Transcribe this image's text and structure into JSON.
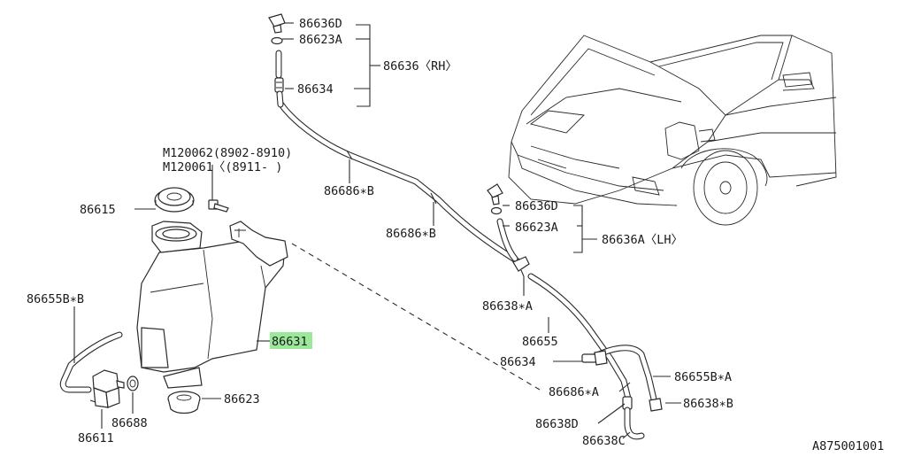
{
  "diagram_id": "A875001001",
  "highlight_color": "#9be89b",
  "labels": {
    "p86636D_top": "86636D",
    "p86623A_top": "86623A",
    "p86636_rh": "86636〈RH〉",
    "p86634_top": "86634",
    "m120062": "M120062(8902-8910)",
    "m120061": "M120061〈(8911-      )",
    "p86686B_1": "86686∗B",
    "p86686B_2": "86686∗B",
    "p86615": "86615",
    "p86636D_mid": "86636D",
    "p86623A_mid": "86623A",
    "p86636A_lh": "86636A〈LH〉",
    "p86655BB": "86655B∗B",
    "p86631": "86631",
    "p86638A": "86638∗A",
    "p86655": "86655",
    "p86634_low": "86634",
    "p86655BA": "86655B∗A",
    "p86686A": "86686∗A",
    "p86638B": "86638∗B",
    "p86623": "86623",
    "p86688": "86688",
    "p86638D": "86638D",
    "p86611": "86611",
    "p86638C": "86638C"
  }
}
